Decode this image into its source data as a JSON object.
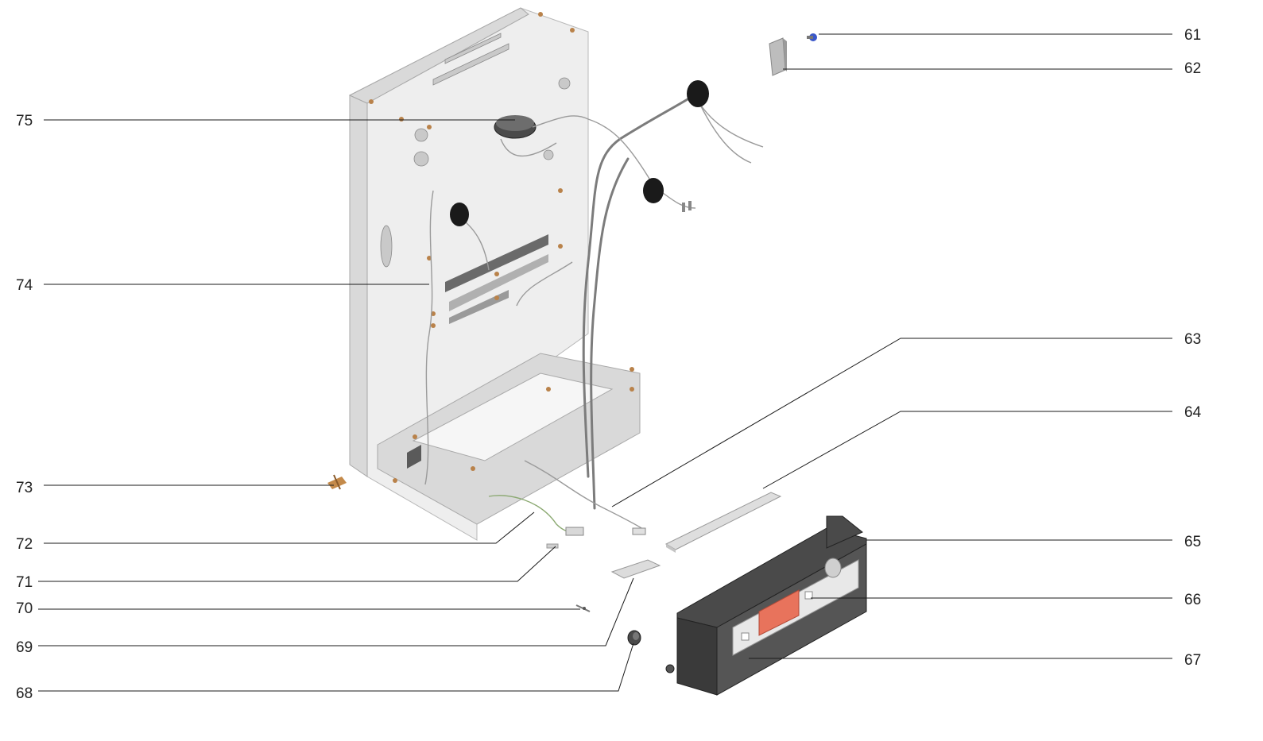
{
  "diagram": {
    "callouts": [
      {
        "id": "61",
        "label": "61"
      },
      {
        "id": "62",
        "label": "62"
      },
      {
        "id": "63",
        "label": "63"
      },
      {
        "id": "64",
        "label": "64"
      },
      {
        "id": "65",
        "label": "65"
      },
      {
        "id": "66",
        "label": "66"
      },
      {
        "id": "67",
        "label": "67"
      },
      {
        "id": "68",
        "label": "68"
      },
      {
        "id": "69",
        "label": "69"
      },
      {
        "id": "70",
        "label": "70"
      },
      {
        "id": "71",
        "label": "71"
      },
      {
        "id": "72",
        "label": "72"
      },
      {
        "id": "73",
        "label": "73"
      },
      {
        "id": "74",
        "label": "74"
      },
      {
        "id": "75",
        "label": "75"
      }
    ],
    "colors": {
      "frame": "#eeeeee",
      "housing": "#3a3a3a",
      "display": "#e8735c",
      "grommet": "#1a1a1a",
      "screw": "#b9824a",
      "leader": "#1a1a1a"
    }
  }
}
